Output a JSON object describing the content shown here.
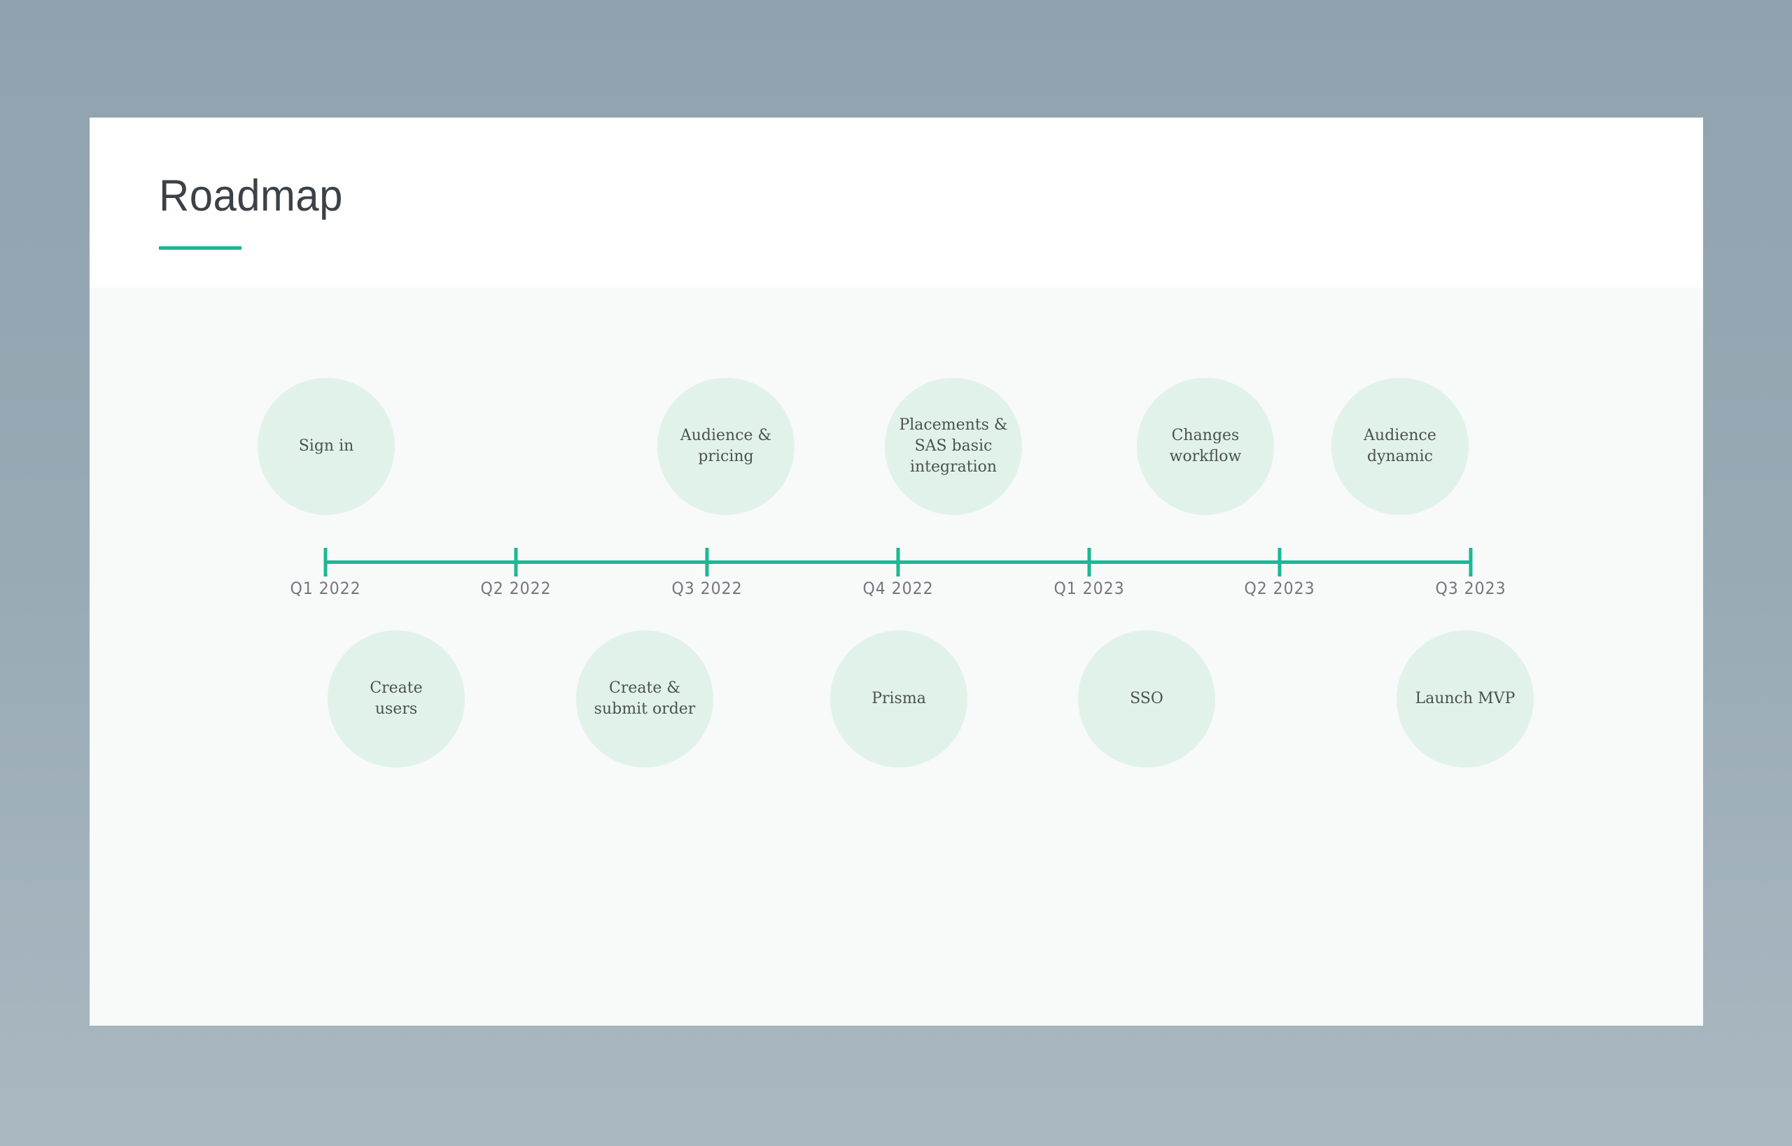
{
  "slide": {
    "title": "Roadmap"
  },
  "timeline": {
    "quarters": [
      "Q1 2022",
      "Q2 2022",
      "Q3 2022",
      "Q4 2022",
      "Q1 2023",
      "Q2 2023",
      "Q3 2023"
    ]
  },
  "milestones": {
    "top": [
      "Sign in",
      "Audience &\npricing",
      "Placements &\nSAS basic\nintegration",
      "Changes\nworkflow",
      "Audience\ndynamic"
    ],
    "bottom": [
      "Create\nusers",
      "Create &\nsubmit order",
      "Prisma",
      "SSO",
      "Launch MVP"
    ]
  },
  "colors": {
    "accent_teal": "#1cb894",
    "background_top": "#8fa2ae",
    "background_bottom": "#aab8c1",
    "card_white": "#ffffff",
    "panel_gray": "#f8f9f9",
    "bubble_mint": "#e1f2eb",
    "bubble_text": "#4b524f",
    "quarter_label_gray": "#73787f",
    "title_dark": "#3b4247"
  }
}
